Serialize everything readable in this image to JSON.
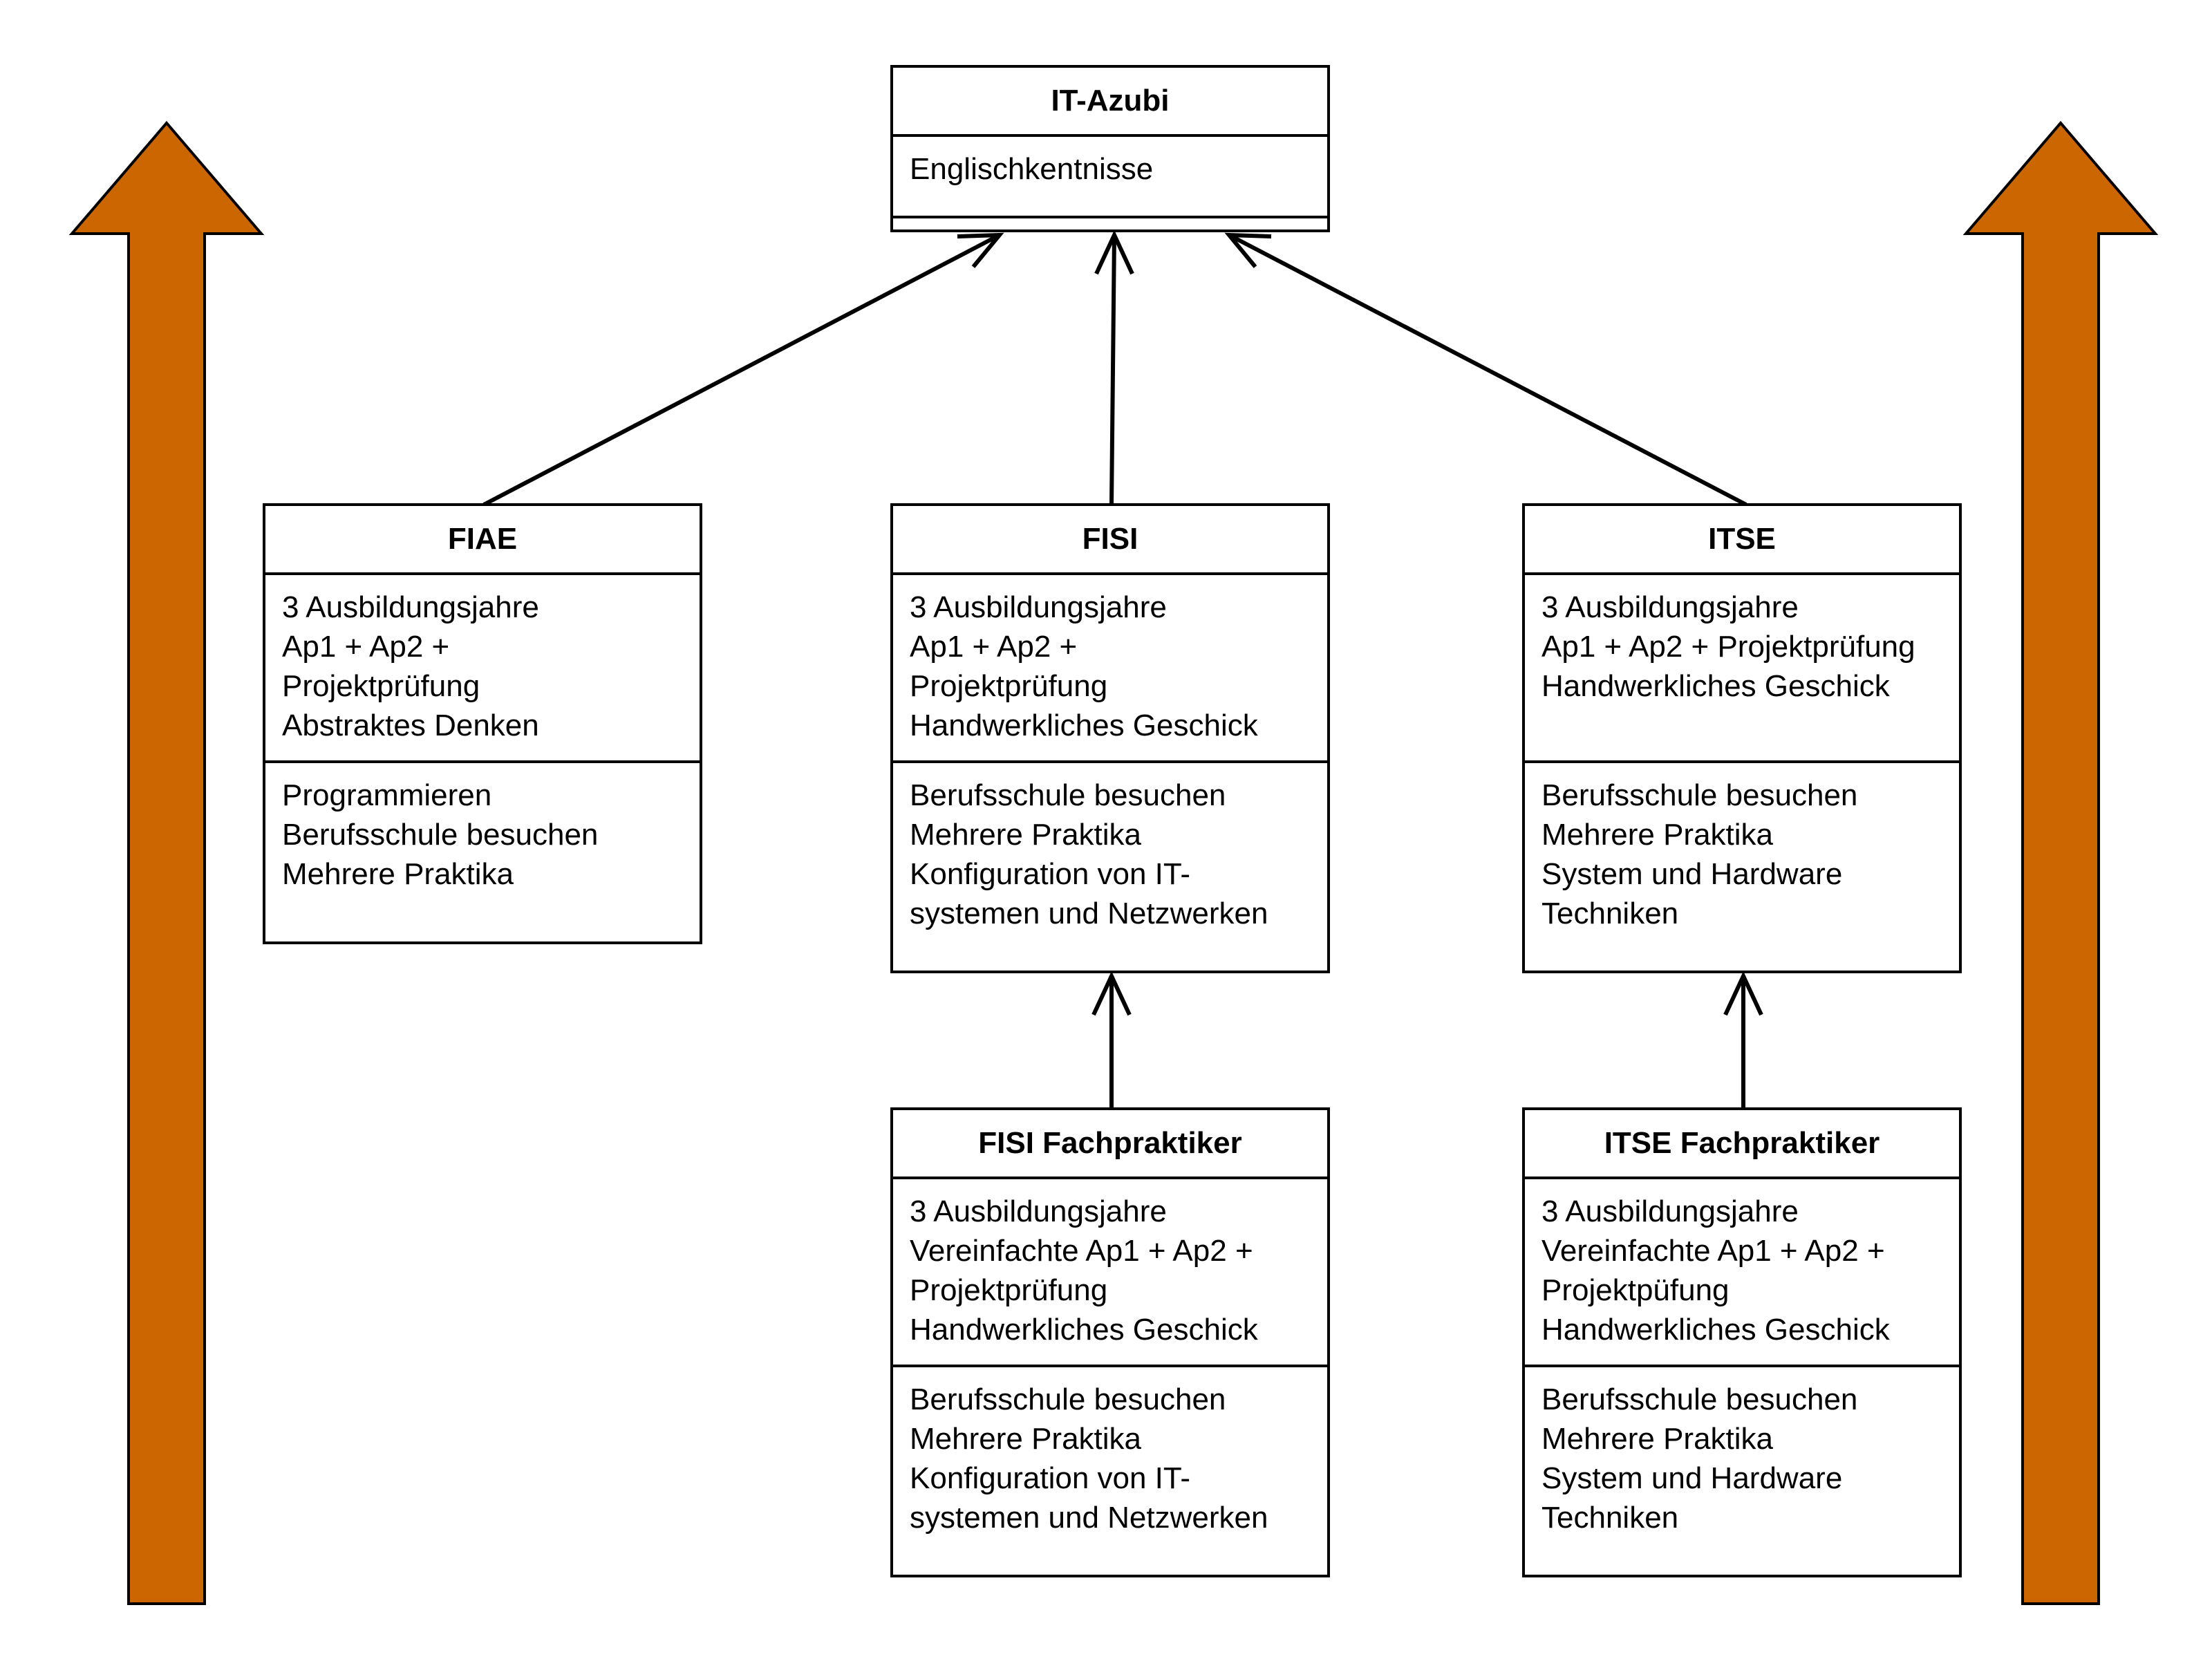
{
  "diagram": {
    "colors": {
      "arrow_fill": "#CC6600",
      "stroke": "#000000",
      "background": "#FFFFFF"
    },
    "icons": [
      "up-arrow-left",
      "up-arrow-right"
    ],
    "boxes": {
      "it_azubi": {
        "title": "IT-Azubi",
        "attributes": [
          "Englischkentnisse"
        ],
        "operations": []
      },
      "fiae": {
        "title": "FIAE",
        "attributes": [
          "3 Ausbildungsjahre",
          "Ap1 + Ap2 +",
          "Projektprüfung",
          "Abstraktes Denken"
        ],
        "operations": [
          "Programmieren",
          "Berufsschule besuchen",
          "Mehrere Praktika"
        ]
      },
      "fisi": {
        "title": "FISI",
        "attributes": [
          "3 Ausbildungsjahre",
          "Ap1 + Ap2 +",
          "Projektprüfung",
          "Handwerkliches Geschick"
        ],
        "operations": [
          "Berufsschule besuchen",
          "Mehrere Praktika",
          "Konfiguration von IT-",
          "systemen und Netzwerken"
        ]
      },
      "itse": {
        "title": "ITSE",
        "attributes": [
          "3 Ausbildungsjahre",
          "Ap1 + Ap2 + Projektprüfung",
          "Handwerkliches Geschick"
        ],
        "operations": [
          "Berufsschule besuchen",
          "Mehrere Praktika",
          "System und Hardware",
          "Techniken"
        ]
      },
      "fisi_fp": {
        "title": "FISI Fachpraktiker",
        "attributes": [
          "3 Ausbildungsjahre",
          "Vereinfachte Ap1 + Ap2 +",
          "Projektprüfung",
          "Handwerkliches Geschick"
        ],
        "operations": [
          "Berufsschule besuchen",
          "Mehrere Praktika",
          "Konfiguration von IT-",
          "systemen und Netzwerken"
        ]
      },
      "itse_fp": {
        "title": "ITSE Fachpraktiker",
        "attributes": [
          "3 Ausbildungsjahre",
          "Vereinfachte Ap1 + Ap2 +",
          "Projektpüfung",
          "Handwerkliches Geschick"
        ],
        "operations": [
          "Berufsschule besuchen",
          "Mehrere Praktika",
          "System und Hardware",
          "Techniken"
        ]
      }
    },
    "edges": [
      {
        "from": "fiae",
        "to": "it_azubi"
      },
      {
        "from": "fisi",
        "to": "it_azubi"
      },
      {
        "from": "itse",
        "to": "it_azubi"
      },
      {
        "from": "fisi_fp",
        "to": "fisi"
      },
      {
        "from": "itse_fp",
        "to": "itse"
      }
    ]
  }
}
